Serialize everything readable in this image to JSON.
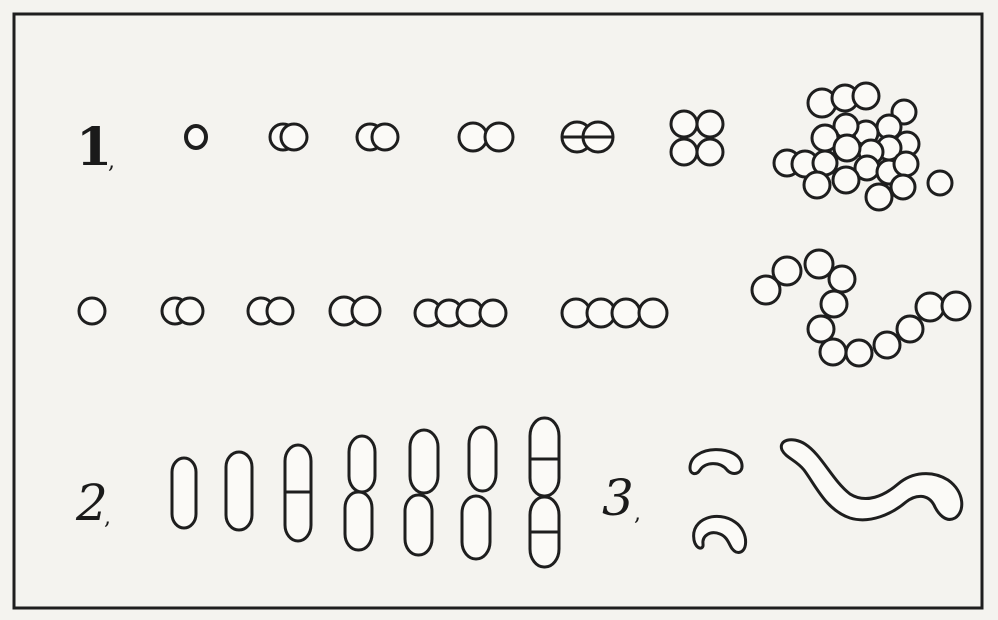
{
  "figure": {
    "labels": {
      "one": "1",
      "two": "2",
      "three": "3"
    },
    "colors": {
      "ink": "#1e1e1e",
      "paper": "#f4f3ef",
      "cell_fill": "#fbfaf7"
    }
  }
}
